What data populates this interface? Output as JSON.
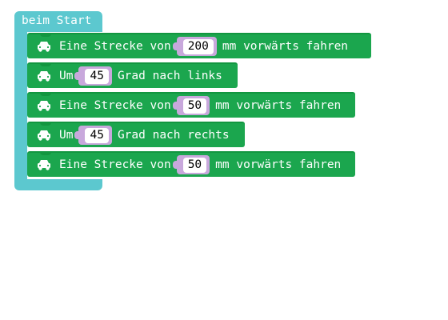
{
  "hat": {
    "label": "beim Start",
    "color": "#5cc8cf"
  },
  "block_color": "#1ba64e",
  "slot_color": "#c8a8dc",
  "blocks": [
    {
      "icon": "car-icon",
      "before": "Eine Strecke von",
      "value": "200",
      "after": "mm vorwärts fahren"
    },
    {
      "icon": "car-icon",
      "before": "Um",
      "value": "45",
      "after": "Grad nach links"
    },
    {
      "icon": "car-icon",
      "before": "Eine Strecke von",
      "value": "50",
      "after": "mm vorwärts fahren"
    },
    {
      "icon": "car-icon",
      "before": "Um",
      "value": "45",
      "after": "Grad nach rechts"
    },
    {
      "icon": "car-icon",
      "before": "Eine Strecke von",
      "value": "50",
      "after": "mm vorwärts fahren"
    }
  ]
}
